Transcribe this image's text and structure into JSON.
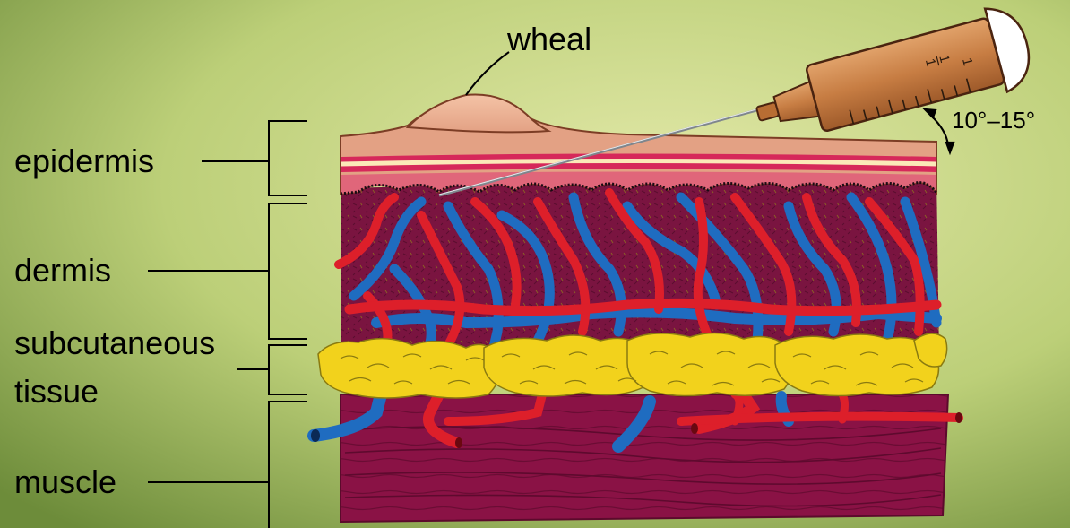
{
  "labels": {
    "wheal": "wheal",
    "epidermis": "epidermis",
    "dermis": "dermis",
    "subcutaneous": "subcutaneous",
    "tissue": "tissue",
    "muscle": "muscle",
    "angle": "10°–15°"
  },
  "syringe": {
    "markings": [
      "1",
      "1",
      "2",
      "1"
    ]
  },
  "colors": {
    "background_center": "#dfe6a0",
    "background_edge": "#6f8f3c",
    "epidermis": "#e3a184",
    "dermis": "#7a1440",
    "artery": "#dd1f2a",
    "vein": "#1f6cc0",
    "fat": "#f2d21c",
    "muscle": "#8a1245",
    "syringe_barrel": "#c98248",
    "needle": "#9aa0a6"
  }
}
